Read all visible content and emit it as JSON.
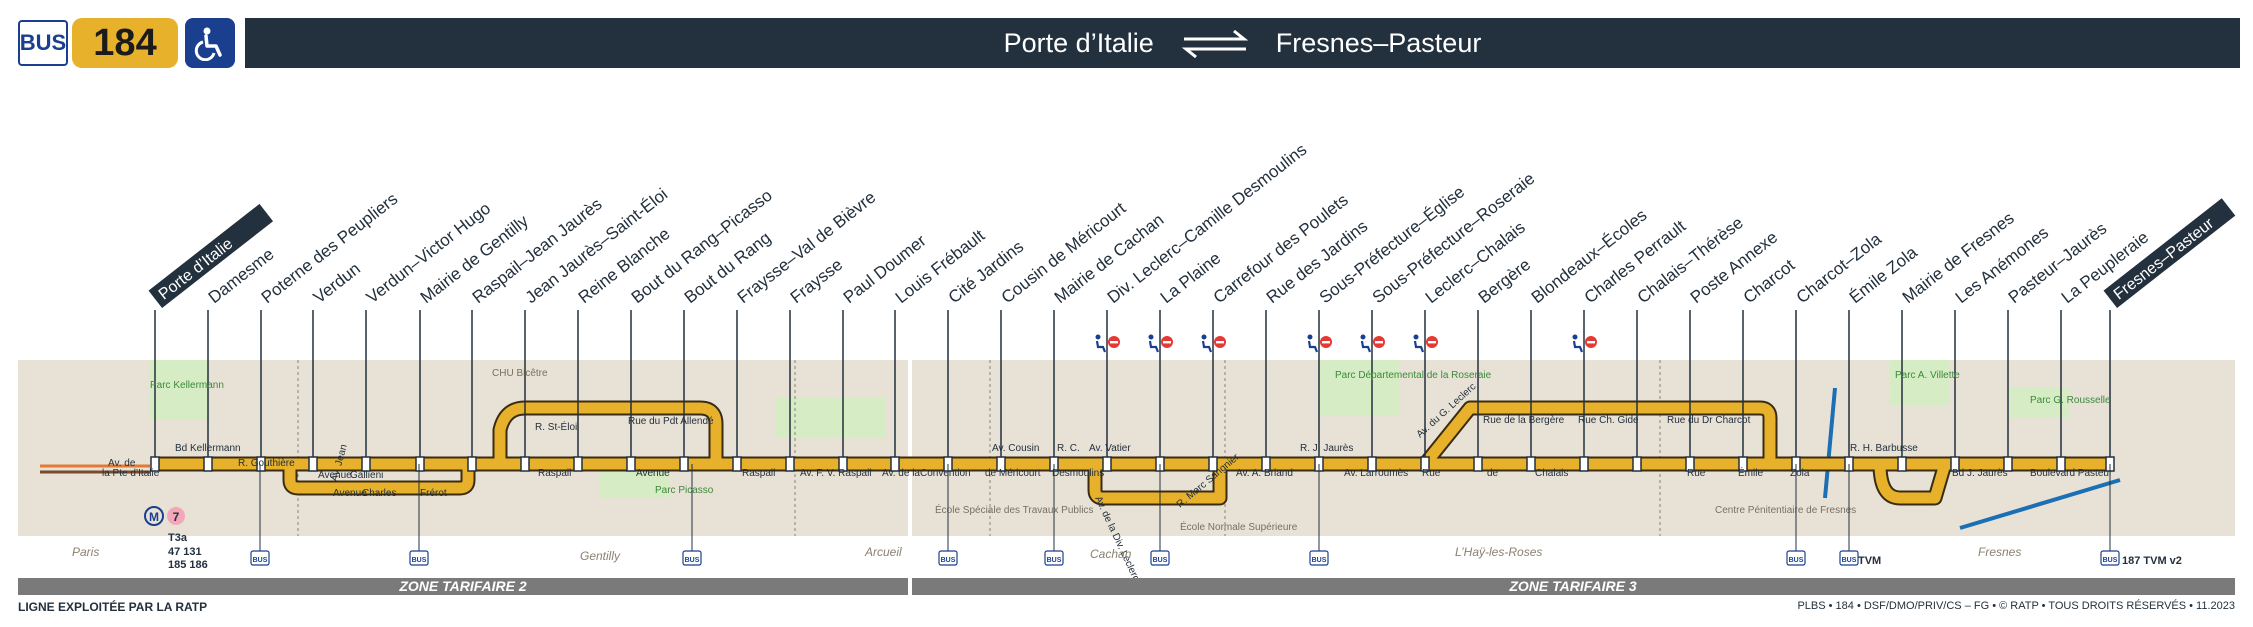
{
  "header": {
    "bus_label": "BUS",
    "line_number": "184",
    "accessible_icon": "wheelchair-icon",
    "origin": "Porte d’Italie",
    "destination": "Fresnes–Pasteur",
    "direction_icon": "two-way-arrow-icon"
  },
  "colors": {
    "line": "#e7b12b",
    "line_outline": "#3a2c12",
    "dark": "#23303d",
    "ratp_blue": "#1a3f8f",
    "zone_bar": "#7a7a7a",
    "map_bg": "#e8e2d6",
    "park": "#d6ecc4",
    "forbid_red": "#e53935"
  },
  "stops": [
    {
      "name": "Porte d’Italie",
      "terminus": true,
      "pmr": false
    },
    {
      "name": "Damesme",
      "pmr": false
    },
    {
      "name": "Poterne des Peupliers",
      "pmr": false
    },
    {
      "name": "Verdun",
      "pmr": false
    },
    {
      "name": "Verdun–Victor Hugo",
      "pmr": false
    },
    {
      "name": "Mairie de Gentilly",
      "pmr": false
    },
    {
      "name": "Raspail–Jean Jaurès",
      "pmr": false
    },
    {
      "name": "Jean Jaurès–Saint-Éloi",
      "pmr": false
    },
    {
      "name": "Reine Blanche",
      "pmr": false
    },
    {
      "name": "Bout du Rang–Picasso",
      "pmr": false
    },
    {
      "name": "Bout du Rang",
      "pmr": false
    },
    {
      "name": "Fraysse–Val de Bièvre",
      "pmr": false
    },
    {
      "name": "Fraysse",
      "pmr": false
    },
    {
      "name": "Paul Doumer",
      "pmr": false
    },
    {
      "name": "Louis Frébault",
      "pmr": false
    },
    {
      "name": "Cité Jardins",
      "pmr": false
    },
    {
      "name": "Cousin de Méricourt",
      "pmr": false
    },
    {
      "name": "Mairie de Cachan",
      "pmr": false
    },
    {
      "name": "Div. Leclerc–Camille Desmoulins",
      "pmr": true
    },
    {
      "name": "La Plaine",
      "pmr": true
    },
    {
      "name": "Carrefour des Poulets",
      "pmr": true
    },
    {
      "name": "Rue des Jardins",
      "pmr": false
    },
    {
      "name": "Sous-Préfecture–Église",
      "pmr": true
    },
    {
      "name": "Sous-Préfecture–Roseraie",
      "pmr": true
    },
    {
      "name": "Leclerc–Chalais",
      "pmr": true
    },
    {
      "name": "Bergère",
      "pmr": false
    },
    {
      "name": "Blondeaux–Écoles",
      "pmr": false
    },
    {
      "name": "Charles Perrault",
      "pmr": true
    },
    {
      "name": "Chalais–Thérèse",
      "pmr": false
    },
    {
      "name": "Poste Annexe",
      "pmr": false
    },
    {
      "name": "Charcot",
      "pmr": false
    },
    {
      "name": "Charcot–Zola",
      "pmr": false
    },
    {
      "name": "Émile Zola",
      "pmr": false
    },
    {
      "name": "Mairie de Fresnes",
      "pmr": false
    },
    {
      "name": "Les Anémones",
      "pmr": false
    },
    {
      "name": "Pasteur–Jaurès",
      "pmr": false
    },
    {
      "name": "La Peupleraie",
      "pmr": false
    },
    {
      "name": "Fresnes–Pasteur",
      "terminus": true,
      "pmr": false
    }
  ],
  "streets": [
    "Av. de",
    "la Pte d’Italie",
    "Bd Kellermann",
    "R. Gouthière",
    "Avenue",
    "Gallieni",
    "Avenue",
    "Charles",
    "Frérot",
    "Av. Jean",
    "R. St-Éloi",
    "Raspail",
    "Rue du Pdt Allendé",
    "Avenue",
    "Raspail",
    "Av. F. V. Raspail",
    "Av. de la",
    "Convention",
    "Av. Cousin",
    "de Méricourt",
    "R. C.",
    "Desmoulins",
    "Av. Vatier",
    "Av. de la Div. Leclerc",
    "R. Marc Sangnier",
    "Av. A. Briand",
    "R. J. Jaurès",
    "Av. Larroumès",
    "Av. du G. Leclerc",
    "Rue",
    "de",
    "Chalais",
    "Rue de la Bergère",
    "Rue Ch. Gide",
    "Rue du Dr Charcot",
    "Rue",
    "Émile",
    "Zola",
    "R. H. Barbusse",
    "Bd J. Jaurès",
    "Boulevard Pasteur"
  ],
  "places": [
    "Parc Kellermann",
    "CHU Bicêtre",
    "Parc Picasso",
    "École Spéciale des Travaux Publics",
    "École Normale Supérieure",
    "Parc Départemental de la Roseraie",
    "Centre Pénitentiaire de Fresnes",
    "Parc A. Villette",
    "Parc G. Rousselle"
  ],
  "towns": [
    "Paris",
    "Gentilly",
    "Arcueil",
    "Cachan",
    "L’Haÿ-les-Roses",
    "Fresnes"
  ],
  "zones": [
    "ZONE TARIFAIRE 2",
    "ZONE TARIFAIRE 3"
  ],
  "connections": {
    "metro": "7",
    "tram": "T3a",
    "buses_pte_italie": [
      "47 131",
      "185 186"
    ],
    "tvm": "TVM",
    "fresnes_pasteur": "187 TVM v2",
    "bus_label": "BUS"
  },
  "footer": {
    "left": "LIGNE EXPLOITÉE PAR LA RATP",
    "right": "PLBS • 184 • DSF/DMO/PRIV/CS – FG • © RATP • TOUS DROITS RÉSERVÉS • 11.2023"
  }
}
